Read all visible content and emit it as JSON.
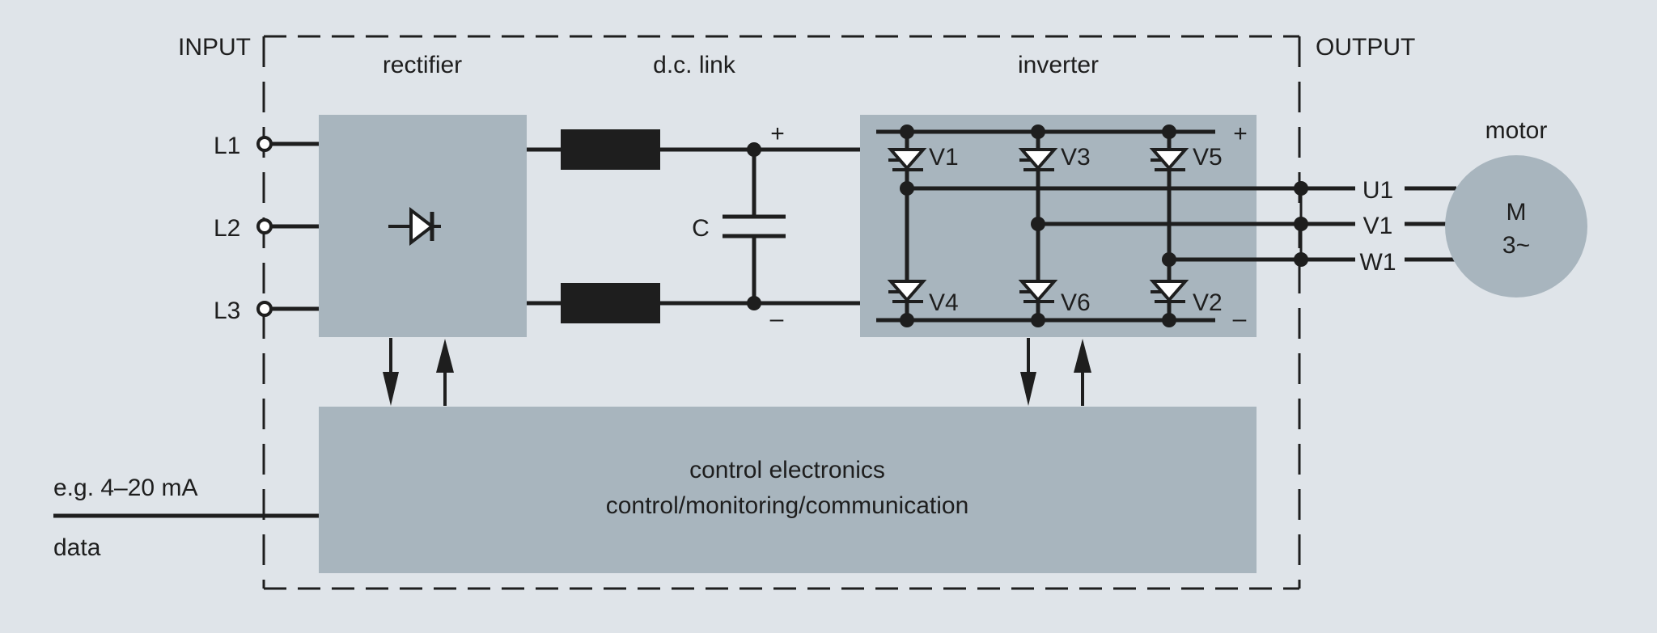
{
  "diagram": {
    "title": "Frequency converter block diagram",
    "colors": {
      "background": "#dfe4e9",
      "block": "#a8b5be",
      "line": "#1e1e1e",
      "diode_fill": "#ffffff"
    },
    "sections": {
      "input": "INPUT",
      "output": "OUTPUT",
      "rectifier": "rectifier",
      "dc_link": "d.c. link",
      "inverter": "inverter",
      "motor": "motor"
    },
    "input_phases": [
      "L1",
      "L2",
      "L3"
    ],
    "dc_link": {
      "capacitor_label": "C",
      "plus": "+",
      "minus": "–"
    },
    "inverter": {
      "plus": "+",
      "minus": "–",
      "upper_switches": [
        "V1",
        "V3",
        "V5"
      ],
      "lower_switches": [
        "V4",
        "V6",
        "V2"
      ]
    },
    "output_phases": [
      "U1",
      "V1",
      "W1"
    ],
    "motor_symbol": {
      "line1": "M",
      "line2": "3~"
    },
    "control": {
      "line1": "control electronics",
      "line2": "control/monitoring/communication"
    },
    "external_signal": {
      "above": "e.g. 4–20 mA",
      "below": "data"
    },
    "icons": {
      "rectifier_symbol": "diode-icon",
      "inverter_switch": "thyristor-icon",
      "inductor": "inductor-icon",
      "capacitor": "capacitor-icon",
      "motor": "motor-icon"
    }
  }
}
